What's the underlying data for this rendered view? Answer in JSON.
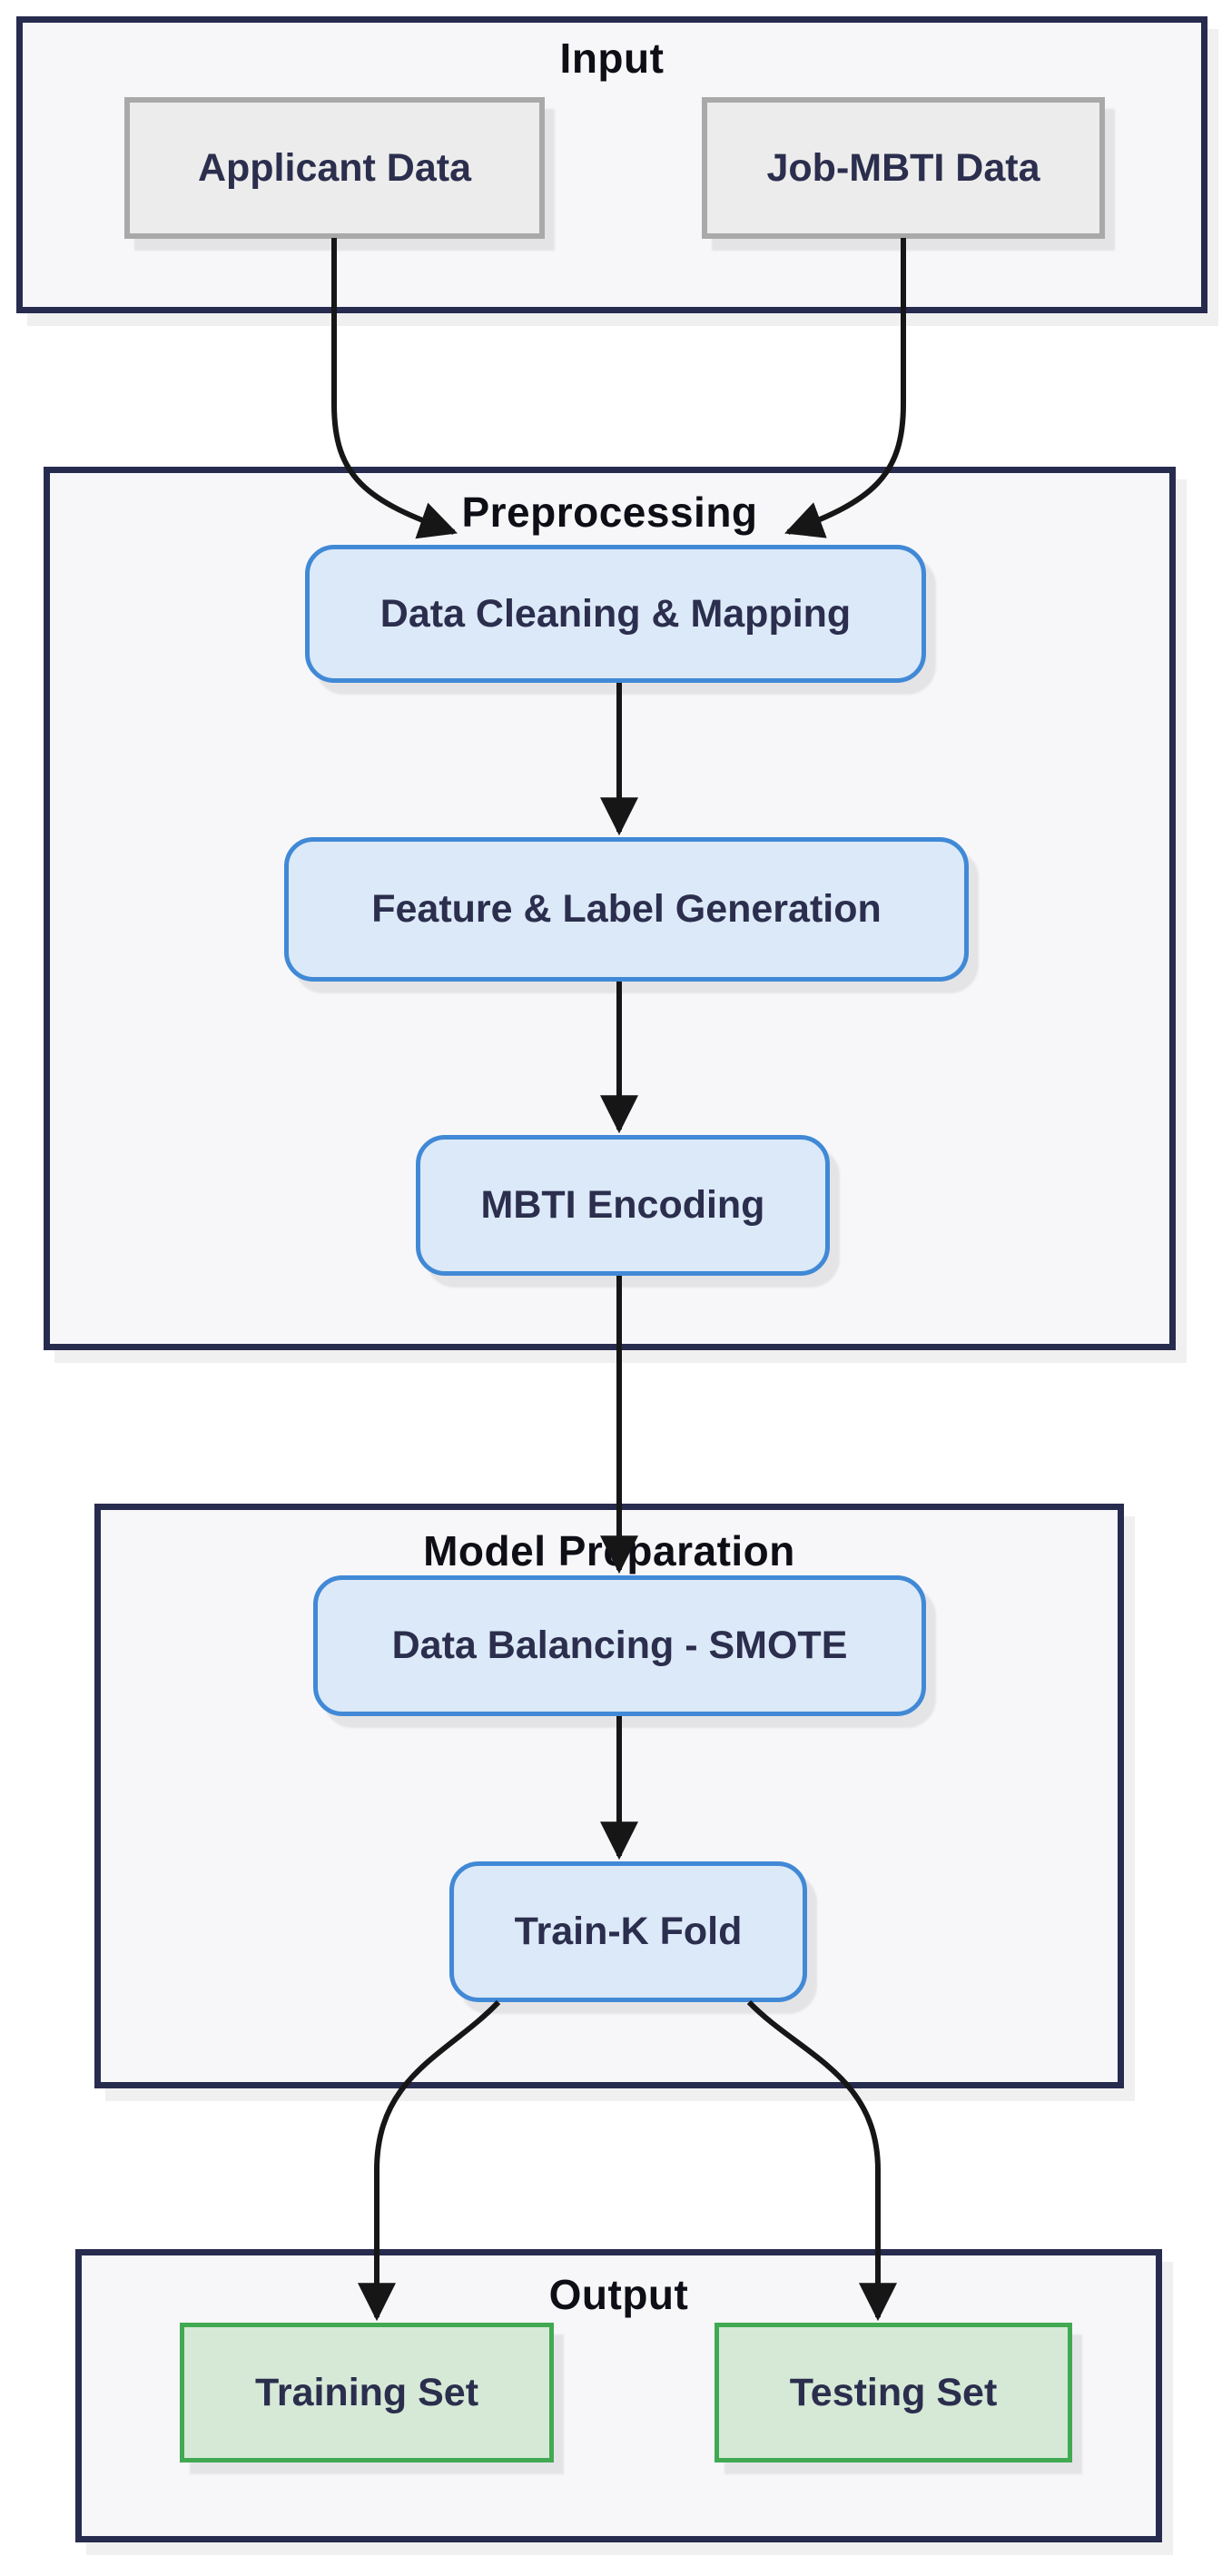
{
  "diagram": {
    "type": "flowchart",
    "direction": "top-down",
    "sections": {
      "input": {
        "title": "Input"
      },
      "preprocessing": {
        "title": "Preprocessing"
      },
      "model_preparation": {
        "title": "Model Preparation"
      },
      "output": {
        "title": "Output"
      }
    },
    "nodes": {
      "applicant_data": {
        "label": "Applicant Data",
        "type": "input",
        "section": "Input"
      },
      "job_mbti_data": {
        "label": "Job-MBTI Data",
        "type": "input",
        "section": "Input"
      },
      "data_cleaning": {
        "label": "Data Cleaning & Mapping",
        "type": "process",
        "section": "Preprocessing"
      },
      "feature_label": {
        "label": "Feature & Label Generation",
        "type": "process",
        "section": "Preprocessing"
      },
      "mbti_encoding": {
        "label": "MBTI Encoding",
        "type": "process",
        "section": "Preprocessing"
      },
      "data_balancing": {
        "label": "Data Balancing - SMOTE",
        "type": "process",
        "section": "Model Preparation"
      },
      "train_k_fold": {
        "label": "Train-K Fold",
        "type": "process",
        "section": "Model Preparation"
      },
      "training_set": {
        "label": "Training Set",
        "type": "output",
        "section": "Output"
      },
      "testing_set": {
        "label": "Testing Set",
        "type": "output",
        "section": "Output"
      }
    },
    "edges": [
      {
        "from": "Applicant Data",
        "to": "Data Cleaning & Mapping"
      },
      {
        "from": "Job-MBTI Data",
        "to": "Data Cleaning & Mapping"
      },
      {
        "from": "Data Cleaning & Mapping",
        "to": "Feature & Label Generation"
      },
      {
        "from": "Feature & Label Generation",
        "to": "MBTI Encoding"
      },
      {
        "from": "MBTI Encoding",
        "to": "Data Balancing - SMOTE"
      },
      {
        "from": "Data Balancing - SMOTE",
        "to": "Train-K Fold"
      },
      {
        "from": "Train-K Fold",
        "to": "Training Set"
      },
      {
        "from": "Train-K Fold",
        "to": "Testing Set"
      }
    ],
    "colors": {
      "container_border": "#272b4e",
      "container_fill": "#f7f7fa",
      "input_node_fill": "#ececec",
      "input_node_border": "#a9a9a9",
      "process_node_fill": "#dce9f8",
      "process_node_border": "#4189d6",
      "output_node_fill": "#d5e9d6",
      "output_node_border": "#41a952",
      "edge_color": "#161616",
      "node_text": "#2b2e4d",
      "title_text": "#0e0e16"
    }
  }
}
